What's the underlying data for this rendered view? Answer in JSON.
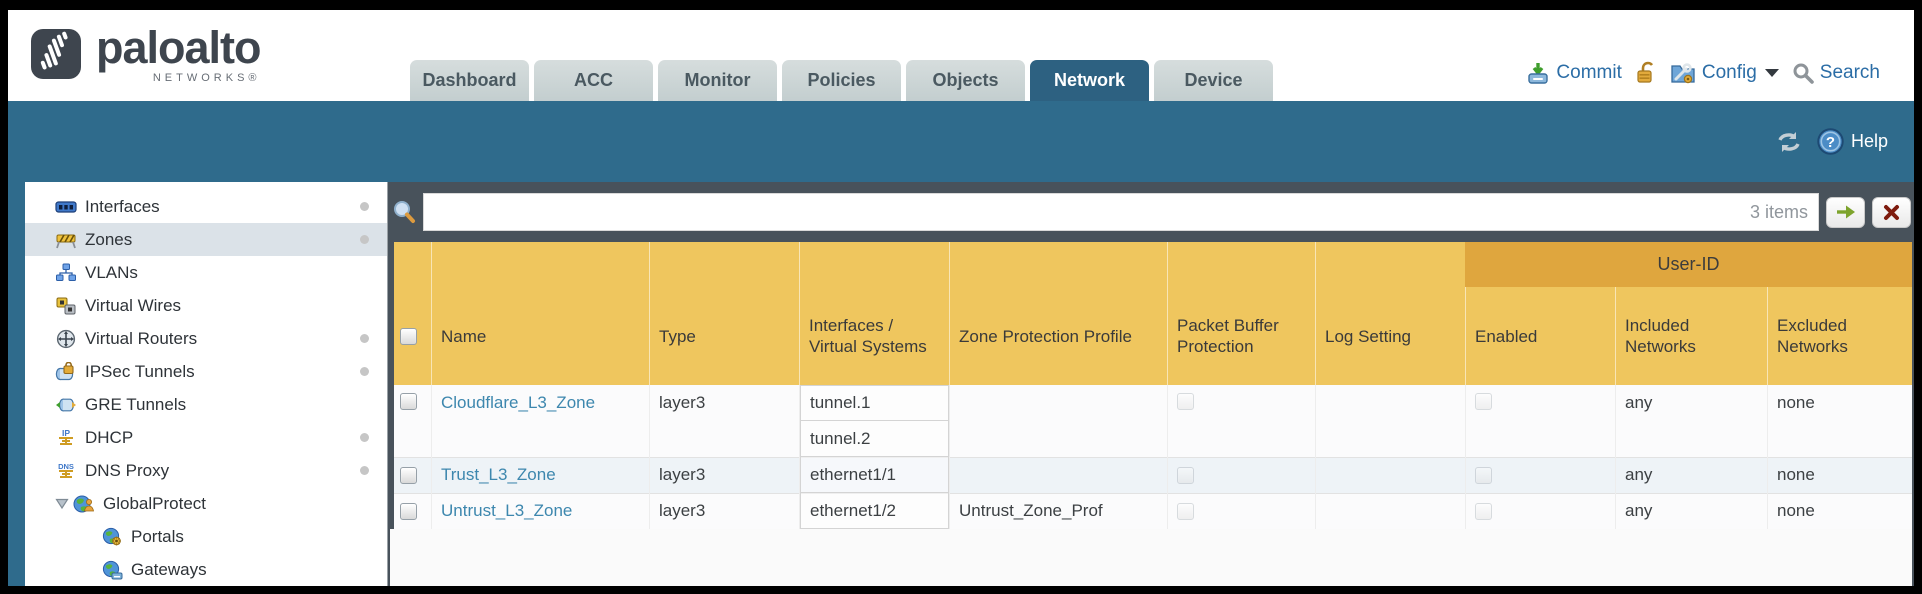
{
  "brand": {
    "wordmark": "paloalto",
    "networks": "NETWORKS®"
  },
  "tabs": [
    {
      "label": "Dashboard",
      "active": false
    },
    {
      "label": "ACC",
      "active": false
    },
    {
      "label": "Monitor",
      "active": false
    },
    {
      "label": "Policies",
      "active": false
    },
    {
      "label": "Objects",
      "active": false
    },
    {
      "label": "Network",
      "active": true
    },
    {
      "label": "Device",
      "active": false
    }
  ],
  "top_actions": {
    "commit_label": "Commit",
    "config_label": "Config",
    "search_label": "Search"
  },
  "banner": {
    "help_label": "Help"
  },
  "sidebar": {
    "items": [
      {
        "label": "Interfaces",
        "bullet": true,
        "selected": false
      },
      {
        "label": "Zones",
        "bullet": true,
        "selected": true
      },
      {
        "label": "VLANs",
        "bullet": false,
        "selected": false
      },
      {
        "label": "Virtual Wires",
        "bullet": false,
        "selected": false
      },
      {
        "label": "Virtual Routers",
        "bullet": true,
        "selected": false
      },
      {
        "label": "IPSec Tunnels",
        "bullet": true,
        "selected": false
      },
      {
        "label": "GRE Tunnels",
        "bullet": false,
        "selected": false
      },
      {
        "label": "DHCP",
        "bullet": true,
        "selected": false
      },
      {
        "label": "DNS Proxy",
        "bullet": true,
        "selected": false
      },
      {
        "label": "GlobalProtect",
        "bullet": false,
        "selected": false,
        "expanded": true
      },
      {
        "label": "Portals",
        "child": true
      },
      {
        "label": "Gateways",
        "child": true
      }
    ]
  },
  "toolbar": {
    "count_label": "3 items",
    "search_value": ""
  },
  "table": {
    "group_header": "User-ID",
    "columns": [
      "Name",
      "Type",
      "Interfaces / Virtual Systems",
      "Zone Protection Profile",
      "Packet Buffer Protection",
      "Log Setting",
      "Enabled",
      "Included Networks",
      "Excluded Networks"
    ],
    "rows": [
      {
        "name": "Cloudflare_L3_Zone",
        "type": "layer3",
        "interfaces": [
          "tunnel.1",
          "tunnel.2"
        ],
        "zone_protection_profile": "",
        "packet_buffer_protection": false,
        "log_setting": "",
        "user_id_enabled": false,
        "included_networks": "any",
        "excluded_networks": "none"
      },
      {
        "name": "Trust_L3_Zone",
        "type": "layer3",
        "interfaces": [
          "ethernet1/1"
        ],
        "zone_protection_profile": "",
        "packet_buffer_protection": false,
        "log_setting": "",
        "user_id_enabled": false,
        "included_networks": "any",
        "excluded_networks": "none"
      },
      {
        "name": "Untrust_L3_Zone",
        "type": "layer3",
        "interfaces": [
          "ethernet1/2"
        ],
        "zone_protection_profile": "Untrust_Zone_Prof",
        "packet_buffer_protection": false,
        "log_setting": "",
        "user_id_enabled": false,
        "included_networks": "any",
        "excluded_networks": "none"
      }
    ]
  },
  "colors": {
    "banner_teal": "#2f6b8c",
    "active_tab": "#2d6181",
    "header_amber": "#efc65e",
    "user_id_band": "#dfa63e",
    "toolbar_charcoal": "#48525b",
    "link_blue": "#3d87ae",
    "action_blue": "#2b6da6"
  }
}
